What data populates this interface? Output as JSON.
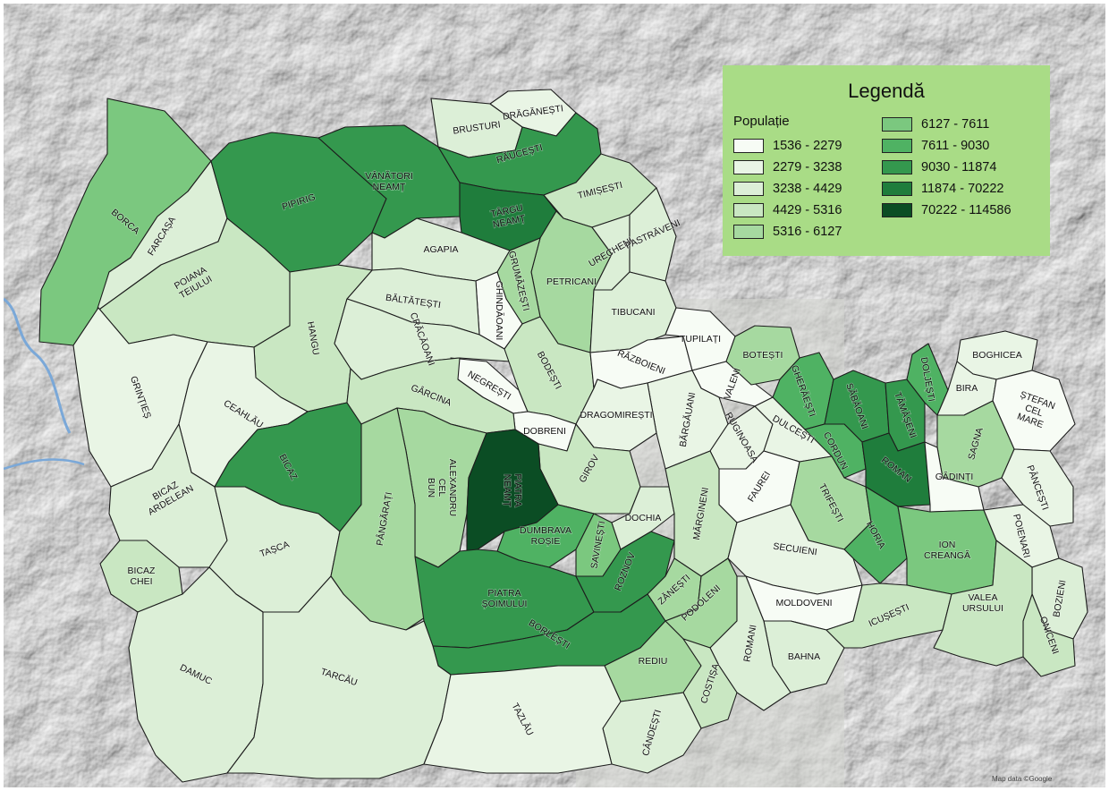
{
  "legend": {
    "title": "Legendă",
    "subtitle": "Populație",
    "classes": [
      {
        "range": "1536 - 2279",
        "color": "#f7fcf5"
      },
      {
        "range": "2279 - 3238",
        "color": "#e9f5e5"
      },
      {
        "range": "3238 - 4429",
        "color": "#dcefd7"
      },
      {
        "range": "4429 - 5316",
        "color": "#c9e7c2"
      },
      {
        "range": "5316 - 6127",
        "color": "#a6d9a0"
      },
      {
        "range": "6127 - 7611",
        "color": "#7bc87f"
      },
      {
        "range": "7611 - 9030",
        "color": "#4fb263"
      },
      {
        "range": "9030 - 11874",
        "color": "#34984e"
      },
      {
        "range": "11874 - 70222",
        "color": "#1f7d3c"
      },
      {
        "range": "70222 - 114586",
        "color": "#0b4d24"
      }
    ]
  },
  "communes": [
    {
      "name": "BORCA",
      "cls": 5
    },
    {
      "name": "FARCAȘA",
      "cls": 2
    },
    {
      "name": "PIPIRIG",
      "cls": 7
    },
    {
      "name": "VÂNĂTORI NEAMȚ",
      "cls": 7
    },
    {
      "name": "BRUSTURI",
      "cls": 2
    },
    {
      "name": "DRĂGĂNEȘTI",
      "cls": 1
    },
    {
      "name": "RĂUCEȘTI",
      "cls": 7
    },
    {
      "name": "TÂRGU NEAMȚ",
      "cls": 8
    },
    {
      "name": "TIMIȘEȘTI",
      "cls": 3
    },
    {
      "name": "POIANA TEIULUI",
      "cls": 3
    },
    {
      "name": "AGAPIA",
      "cls": 2
    },
    {
      "name": "PETRICANI",
      "cls": 4
    },
    {
      "name": "GRUMĂZEȘTI",
      "cls": 4
    },
    {
      "name": "URECHENI",
      "cls": 2
    },
    {
      "name": "PASTRĂVENI",
      "cls": 2
    },
    {
      "name": "GHINDĂOANI",
      "cls": 0
    },
    {
      "name": "BĂLTĂTEȘTI",
      "cls": 2
    },
    {
      "name": "HANGU",
      "cls": 3
    },
    {
      "name": "CRĂCĂOANI",
      "cls": 2
    },
    {
      "name": "TIBUCANI",
      "cls": 2
    },
    {
      "name": "GRINȚIEȘ",
      "cls": 1
    },
    {
      "name": "CEAHLĂU",
      "cls": 1
    },
    {
      "name": "BICAZ",
      "cls": 7
    },
    {
      "name": "NEGREȘTI",
      "cls": 0
    },
    {
      "name": "BODEȘTI",
      "cls": 3
    },
    {
      "name": "DOBRENI",
      "cls": 0
    },
    {
      "name": "RĂZBOIENI",
      "cls": 0
    },
    {
      "name": "TUPILAȚI",
      "cls": 0
    },
    {
      "name": "VALENI",
      "cls": 0
    },
    {
      "name": "BĂRGĂUANI",
      "cls": 1
    },
    {
      "name": "DRAGOMIREȘTI",
      "cls": 1
    },
    {
      "name": "BOTEȘTI",
      "cls": 4
    },
    {
      "name": "GHERĂEȘTI",
      "cls": 6
    },
    {
      "name": "SĂBĂOANI",
      "cls": 7
    },
    {
      "name": "TĂMĂȘENI",
      "cls": 7
    },
    {
      "name": "DOLJEȘTI",
      "cls": 6
    },
    {
      "name": "BOGHICEA",
      "cls": 1
    },
    {
      "name": "BIRA",
      "cls": 1
    },
    {
      "name": "ȘTEFAN CEL MARE",
      "cls": 0
    },
    {
      "name": "GÂRCINA",
      "cls": 3
    },
    {
      "name": "GIROV",
      "cls": 3
    },
    {
      "name": "RUGINOASA",
      "cls": 1
    },
    {
      "name": "DULCEȘTI",
      "cls": 1
    },
    {
      "name": "CORDUN",
      "cls": 6
    },
    {
      "name": "ROMAN",
      "cls": 8
    },
    {
      "name": "SAGNA",
      "cls": 4
    },
    {
      "name": "GĂDINȚI",
      "cls": 0
    },
    {
      "name": "PÂNCEȘTI",
      "cls": 1
    },
    {
      "name": "FAUREI",
      "cls": 0
    },
    {
      "name": "TRIFEȘTI",
      "cls": 4
    },
    {
      "name": "HORIA",
      "cls": 6
    },
    {
      "name": "ION CREANGĂ",
      "cls": 5
    },
    {
      "name": "POIENARI",
      "cls": 1
    },
    {
      "name": "BICAZ ARDELEAN",
      "cls": 2
    },
    {
      "name": "ALEXANDRU CEL BUN",
      "cls": 4
    },
    {
      "name": "PIATRA NEAMȚ",
      "cls": 9
    },
    {
      "name": "DUMBRAVA ROȘIE",
      "cls": 6
    },
    {
      "name": "SAVINEȘTI",
      "cls": 5
    },
    {
      "name": "DOCHIA",
      "cls": 2
    },
    {
      "name": "MĂRGINENI",
      "cls": 3
    },
    {
      "name": "BICAZ CHEI",
      "cls": 3
    },
    {
      "name": "TAȘCA",
      "cls": 2
    },
    {
      "name": "PÂNGĂRAȚI",
      "cls": 4
    },
    {
      "name": "PIATRA ȘOIMULUI",
      "cls": 7
    },
    {
      "name": "ROZNOV",
      "cls": 7
    },
    {
      "name": "ZĂNEȘTI",
      "cls": 4
    },
    {
      "name": "PODOLENI",
      "cls": 4
    },
    {
      "name": "SECUIENI",
      "cls": 1
    },
    {
      "name": "MOLDOVENI",
      "cls": 0
    },
    {
      "name": "BAHNA",
      "cls": 2
    },
    {
      "name": "ICUȘEȘTI",
      "cls": 3
    },
    {
      "name": "BOZIENI",
      "cls": 2
    },
    {
      "name": "ONICENI",
      "cls": 3
    },
    {
      "name": "VALEA URSULUI",
      "cls": 3
    },
    {
      "name": "ROMANI",
      "cls": 2
    },
    {
      "name": "BORLEȘTI",
      "cls": 7
    },
    {
      "name": "REDIU",
      "cls": 4
    },
    {
      "name": "COSTIȘA",
      "cls": 3
    },
    {
      "name": "CÂNDEȘTI",
      "cls": 2
    },
    {
      "name": "DAMUC",
      "cls": 2
    },
    {
      "name": "TARCĂU",
      "cls": 2
    },
    {
      "name": "TAZLĂU",
      "cls": 1
    }
  ],
  "attribution": "Map data ©Google"
}
